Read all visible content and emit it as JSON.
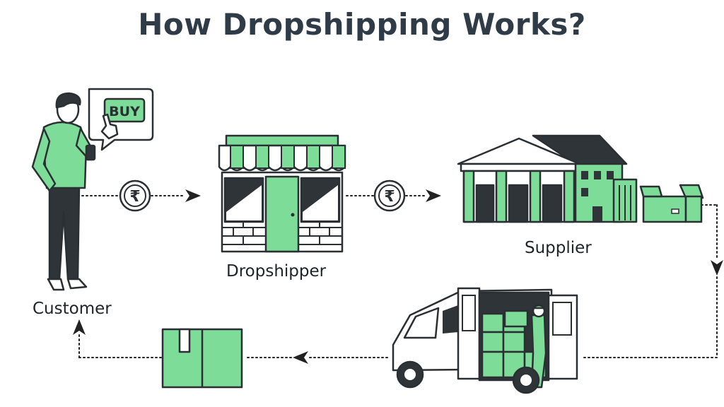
{
  "title": "How Dropshipping Works?",
  "nodes": {
    "customer": "Customer",
    "dropshipper": "Dropshipper",
    "supplier": "Supplier"
  },
  "buy_label": "BUY",
  "currency_symbol": "₹",
  "colors": {
    "accent": "#7ddc98",
    "ink": "#2a2f33",
    "title": "#2f3b47"
  }
}
